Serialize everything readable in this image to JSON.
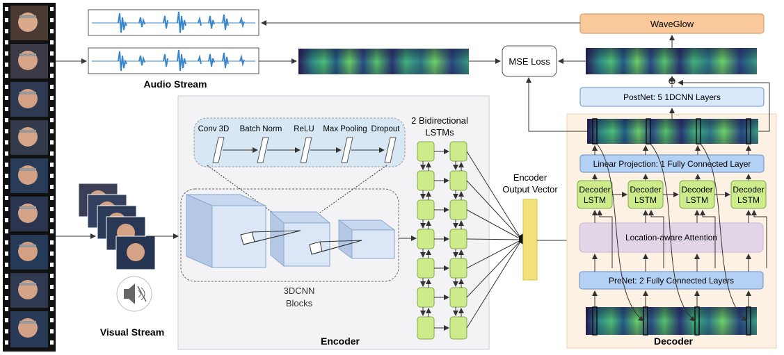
{
  "labels": {
    "audio_stream": "Audio Stream",
    "visual_stream": "Visual Stream",
    "encoder": "Encoder",
    "decoder": "Decoder",
    "waveglow": "WaveGlow",
    "mse_loss": "MSE Loss",
    "postnet": "PostNet: 5 1DCNN Layers",
    "linear_projection": "Linear Projection: 1 Fully Connected Layer",
    "attention": "Location-aware Attention",
    "prenet": "PreNet: 2 Fully Connected Layers",
    "decoder_lstm_line1": "Decoder",
    "decoder_lstm_line2": "LSTM",
    "bilstm_line1": "2 Bidirectional",
    "bilstm_line2": "LSTMs",
    "encoder_output_line1": "Encoder",
    "encoder_output_line2": "Output Vector",
    "cnn_line1": "3DCNN",
    "cnn_line2": "Blocks",
    "block_ops": [
      "Conv 3D",
      "Batch Norm",
      "ReLU",
      "Max Pooling",
      "Dropout"
    ],
    "plus_symbol": "⊕"
  },
  "colors": {
    "waveglow_fill": "#f9c89b",
    "mse_fill": "#ffffff",
    "postnet_fill": "#dae8fc",
    "linproj_fill": "#b3d1f5",
    "prenet_fill": "#b3d1f5",
    "attention_fill": "#e1d5e7",
    "lstm_fill": "#cdeb8b",
    "lstm_stroke": "#7ea84b",
    "encoder_bg": "#f3f3f5",
    "decoder_bg": "#fdf1e3",
    "output_vector": "#f3e27a",
    "waveform": "#3a86c8",
    "spectrogram_dark": "#2b1a5c",
    "spectrogram_light": "#3eb87c"
  },
  "icons": [
    "film-strip-icon",
    "speaker-mute-icon",
    "face-frames-icon"
  ]
}
